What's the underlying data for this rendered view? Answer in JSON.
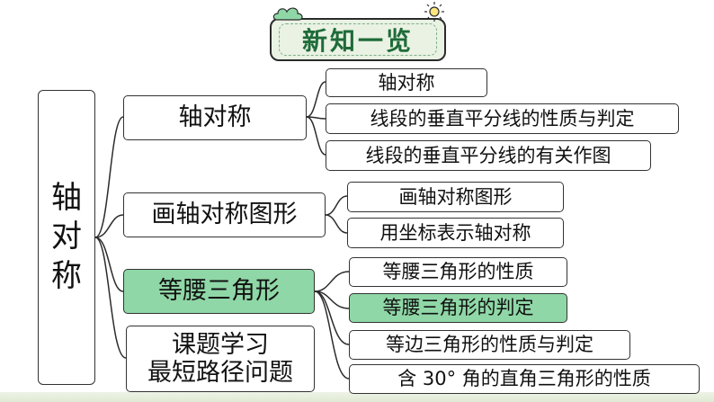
{
  "title": "新知一览",
  "root": {
    "chars": [
      "轴",
      "对",
      "称"
    ]
  },
  "branches": [
    {
      "label": "轴对称",
      "highlight": false,
      "children": [
        {
          "label": "轴对称",
          "highlight": false
        },
        {
          "label": "线段的垂直平分线的性质与判定",
          "highlight": false
        },
        {
          "label": "线段的垂直平分线的有关作图",
          "highlight": false
        }
      ]
    },
    {
      "label": "画轴对称图形",
      "highlight": false,
      "children": [
        {
          "label": "画轴对称图形",
          "highlight": false
        },
        {
          "label": "用坐标表示轴对称",
          "highlight": false
        }
      ]
    },
    {
      "label": "等腰三角形",
      "highlight": true,
      "children": [
        {
          "label": "等腰三角形的性质",
          "highlight": false
        },
        {
          "label": "等腰三角形的判定",
          "highlight": true
        },
        {
          "label": "等边三角形的性质与判定",
          "highlight": false
        },
        {
          "label": "含 30° 角的直角三角形的性质",
          "highlight": false
        }
      ]
    },
    {
      "label_lines": [
        "课题学习",
        "最短路径问题"
      ],
      "highlight": false,
      "children": []
    }
  ],
  "colors": {
    "highlight": "#8fd7a6",
    "title_text": "#1f6b39",
    "title_bg": "#e9f2e3"
  },
  "icons": [
    "cloud-icon",
    "sun-icon"
  ]
}
